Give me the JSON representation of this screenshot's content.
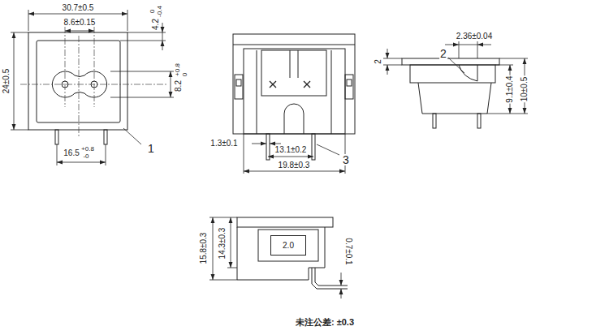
{
  "diagram": {
    "nodes": [
      {
        "text": [
          "2.0"
        ]
      }
    ],
    "labels": [
      "30.7±0.5",
      "8.6±0.15",
      "4.2",
      "0",
      "-0.4",
      "24±0.5",
      "8.2",
      "+0.8",
      "0",
      "16.5",
      "+0.8",
      "-0",
      "1",
      "1.3±0.1",
      "13.1±0.2",
      "19.8±0.3",
      "3",
      "2.36±0.04",
      "2",
      "2",
      "9.1±0.4",
      "10±0.5",
      "15.8±0.3",
      "14.3±0.3",
      "0.7±0.1",
      "未注公差: ±0.3"
    ]
  }
}
